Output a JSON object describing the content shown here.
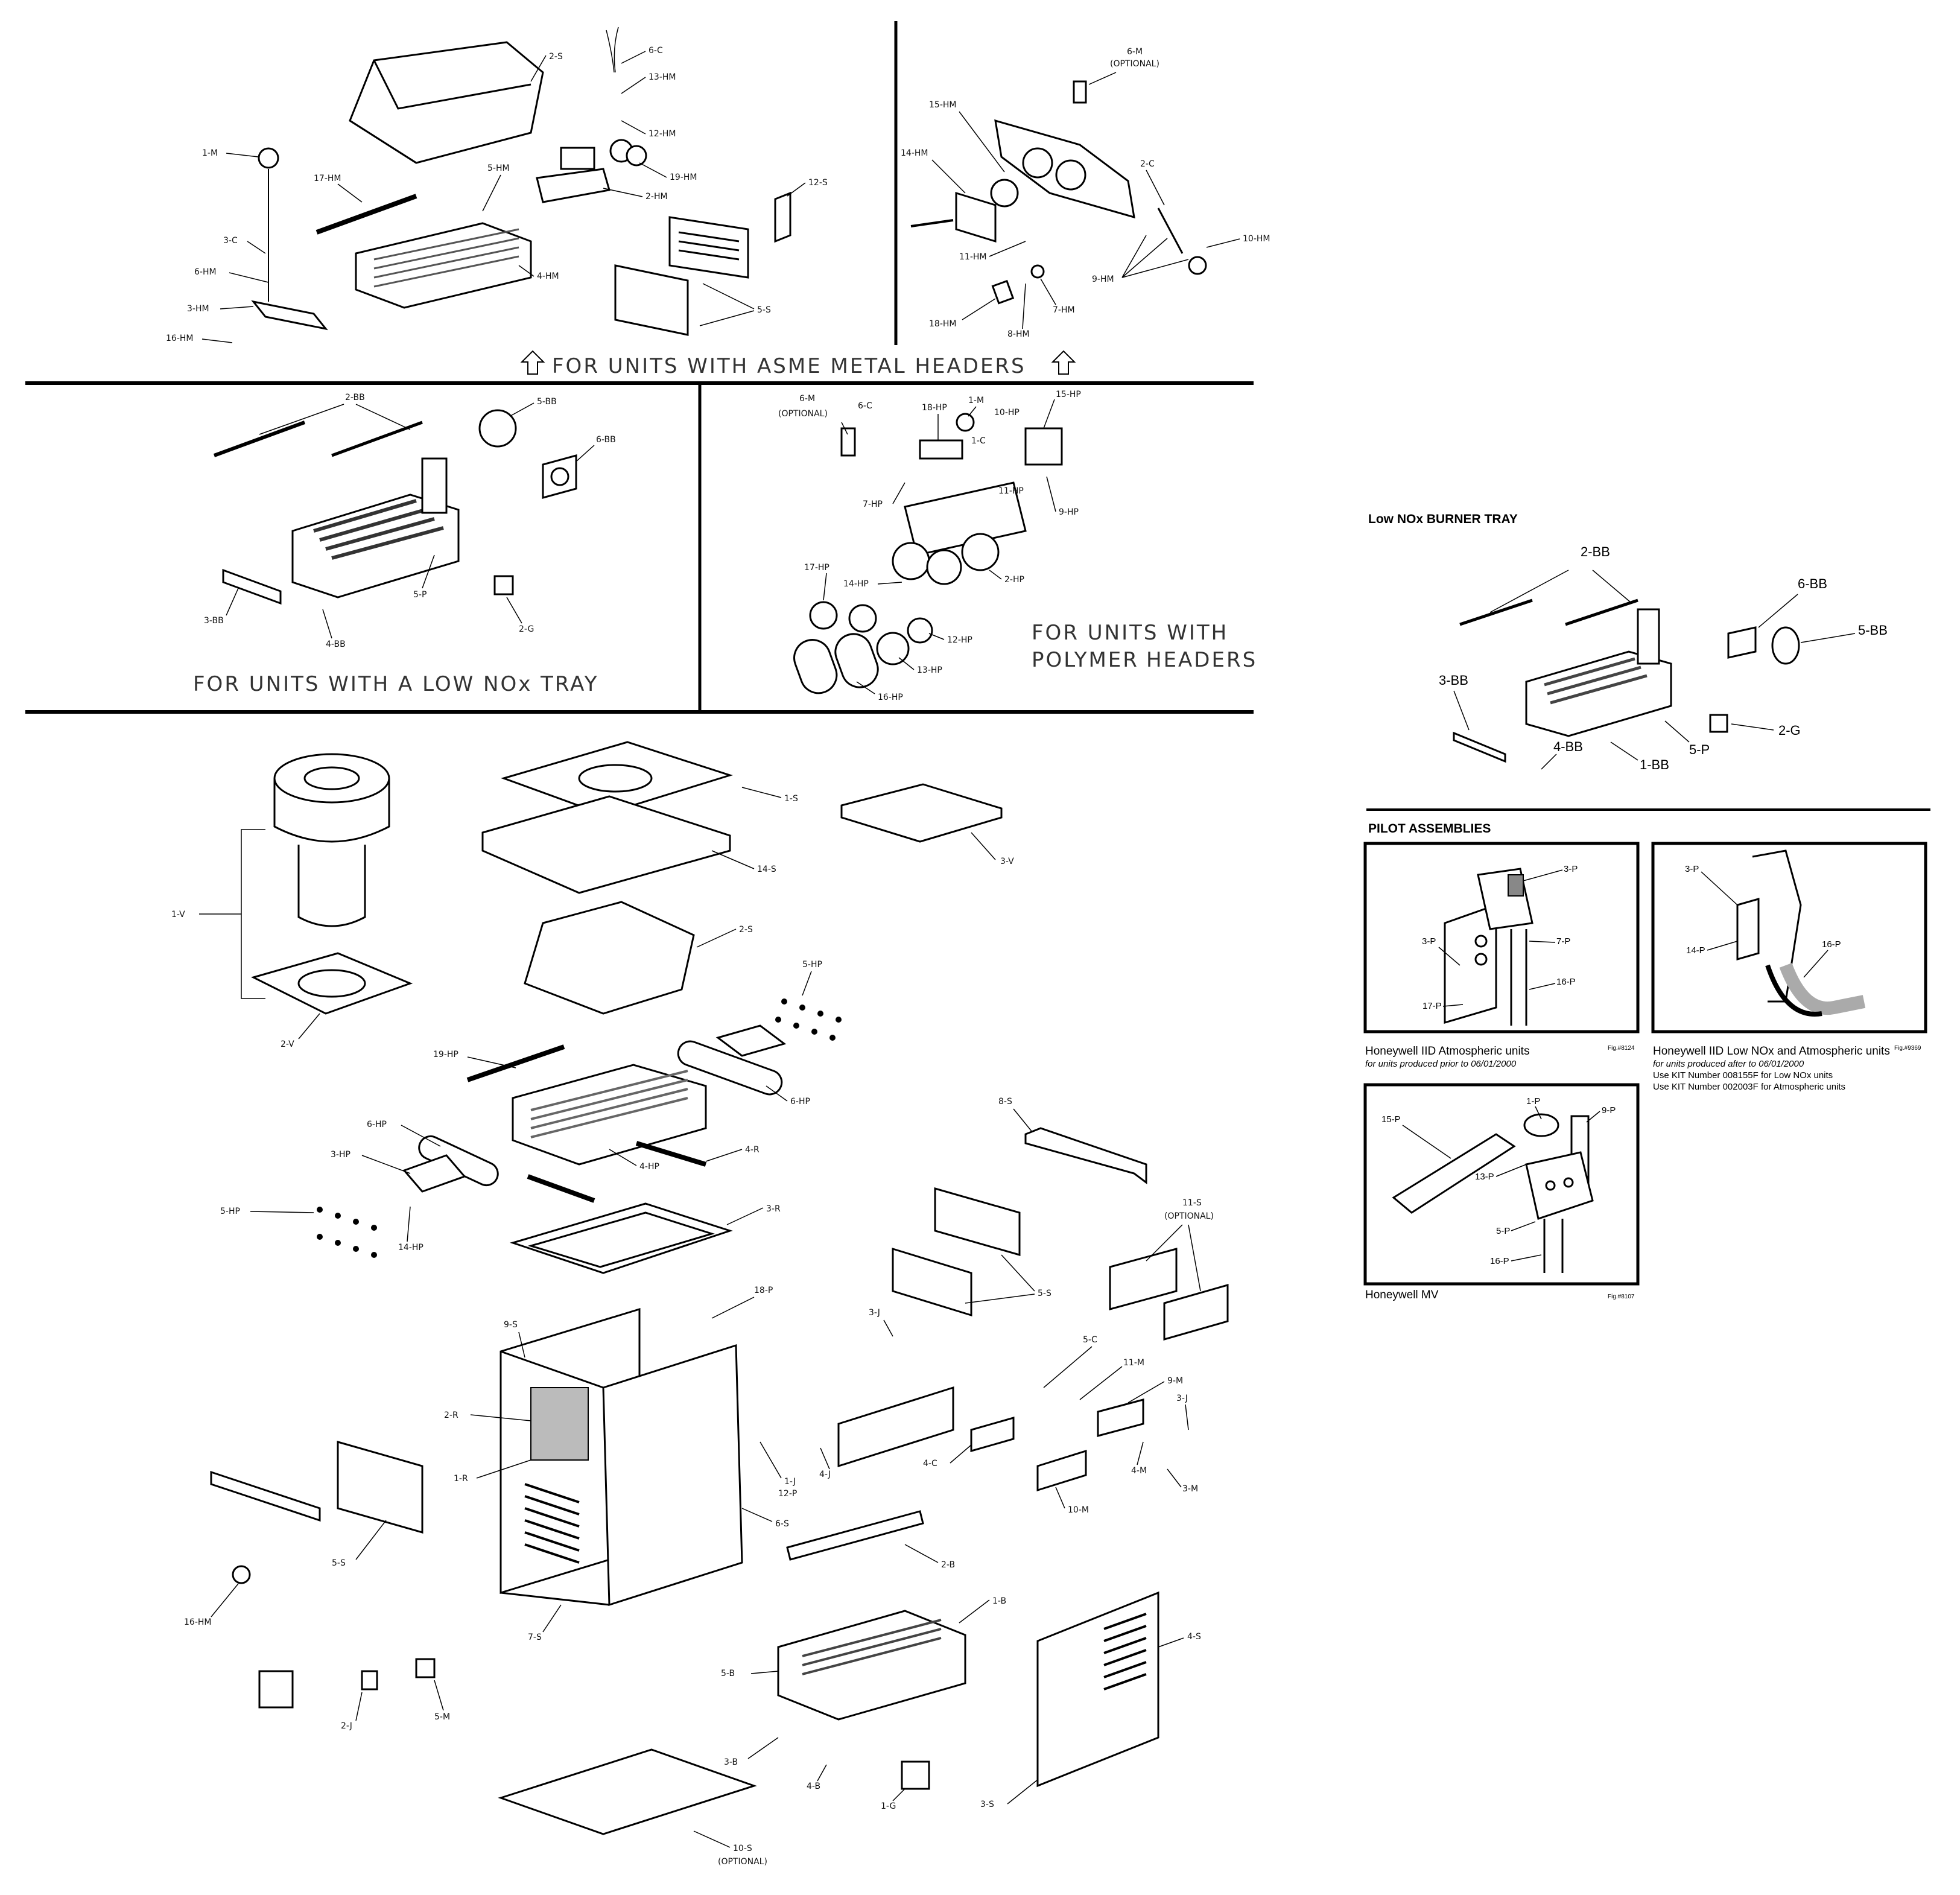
{
  "sections": {
    "asme_header": "FOR UNITS WITH ASME METAL HEADERS",
    "lownox_header": "FOR UNITS WITH A LOW NOx TRAY",
    "polymer_header_line1": "FOR UNITS WITH",
    "polymer_header_line2_bold": "POLYMER",
    "polymer_header_line2_rest": "HEADERS"
  },
  "lownox_burner_tray": {
    "title": "Low NOx BURNER TRAY",
    "labels": [
      "2-BB",
      "6-BB",
      "5-BB",
      "3-BB",
      "4-BB",
      "1-BB",
      "5-P",
      "2-G"
    ]
  },
  "pilot_assemblies": {
    "title": "PILOT ASSEMBLIES",
    "panel1": {
      "caption": "Honeywell IID Atmospheric units",
      "subcaption": "for units produced prior to 06/01/2000",
      "fig": "Fig.#8124",
      "labels": [
        "3-P",
        "3-P",
        "7-P",
        "16-P",
        "17-P"
      ]
    },
    "panel2": {
      "caption": "Honeywell IID Low NOx and Atmospheric units",
      "subcaption": "for units produced after to 06/01/2000",
      "note1": "Use KIT Number 008155F for Low NOx units",
      "note2": "Use KIT Number 002003F for Atmospheric units",
      "fig": "Fig.#9369",
      "labels": [
        "3-P",
        "14-P",
        "16-P"
      ]
    },
    "panel3": {
      "caption": "Honeywell MV",
      "fig": "Fig.#8107",
      "labels": [
        "1-P",
        "9-P",
        "15-P",
        "13-P",
        "5-P",
        "16-P"
      ]
    }
  },
  "asme_labels": [
    "2-S",
    "6-C",
    "13-HM",
    "12-HM",
    "19-HM",
    "2-HM",
    "1-M",
    "17-HM",
    "5-HM",
    "12-S",
    "3-C",
    "6-HM",
    "4-HM",
    "3-HM",
    "16-HM",
    "5-S"
  ],
  "asme_right_labels": [
    "6-M",
    "(OPTIONAL)",
    "15-HM",
    "14-HM",
    "2-C",
    "10-HM",
    "11-HM",
    "9-HM",
    "7-HM",
    "18-HM",
    "8-HM"
  ],
  "lownox_labels": [
    "2-BB",
    "5-BB",
    "6-BB",
    "5-P",
    "3-BB",
    "4-BB",
    "2-G"
  ],
  "polymer_labels": [
    "6-M",
    "(OPTIONAL)",
    "6-C",
    "18-HP",
    "1-M",
    "15-HP",
    "10-HP",
    "1-C",
    "7-HP",
    "11-HP",
    "9-HP",
    "17-HP",
    "14-HP",
    "2-HP",
    "12-HP",
    "13-HP",
    "16-HP"
  ],
  "main_labels": [
    "1-S",
    "14-S",
    "3-V",
    "1-V",
    "2-S",
    "2-V",
    "5-HP",
    "19-HP",
    "6-HP",
    "6-HP",
    "3-HP",
    "4-HP",
    "4-R",
    "8-S",
    "5-HP",
    "14-HP",
    "3-R",
    "11-S",
    "(OPTIONAL)",
    "18-P",
    "5-S",
    "9-S",
    "3-J",
    "5-C",
    "11-M",
    "9-M",
    "3-J",
    "2-R",
    "1-R",
    "4-C",
    "4-M",
    "3-M",
    "1-J",
    "12-P",
    "4-J",
    "10-M",
    "6-S",
    "5-S",
    "2-B",
    "16-HM",
    "1-B",
    "7-S",
    "4-S",
    "5-B",
    "2-J",
    "5-M",
    "3-B",
    "4-B",
    "1-G",
    "3-S",
    "10-S",
    "(OPTIONAL)"
  ]
}
